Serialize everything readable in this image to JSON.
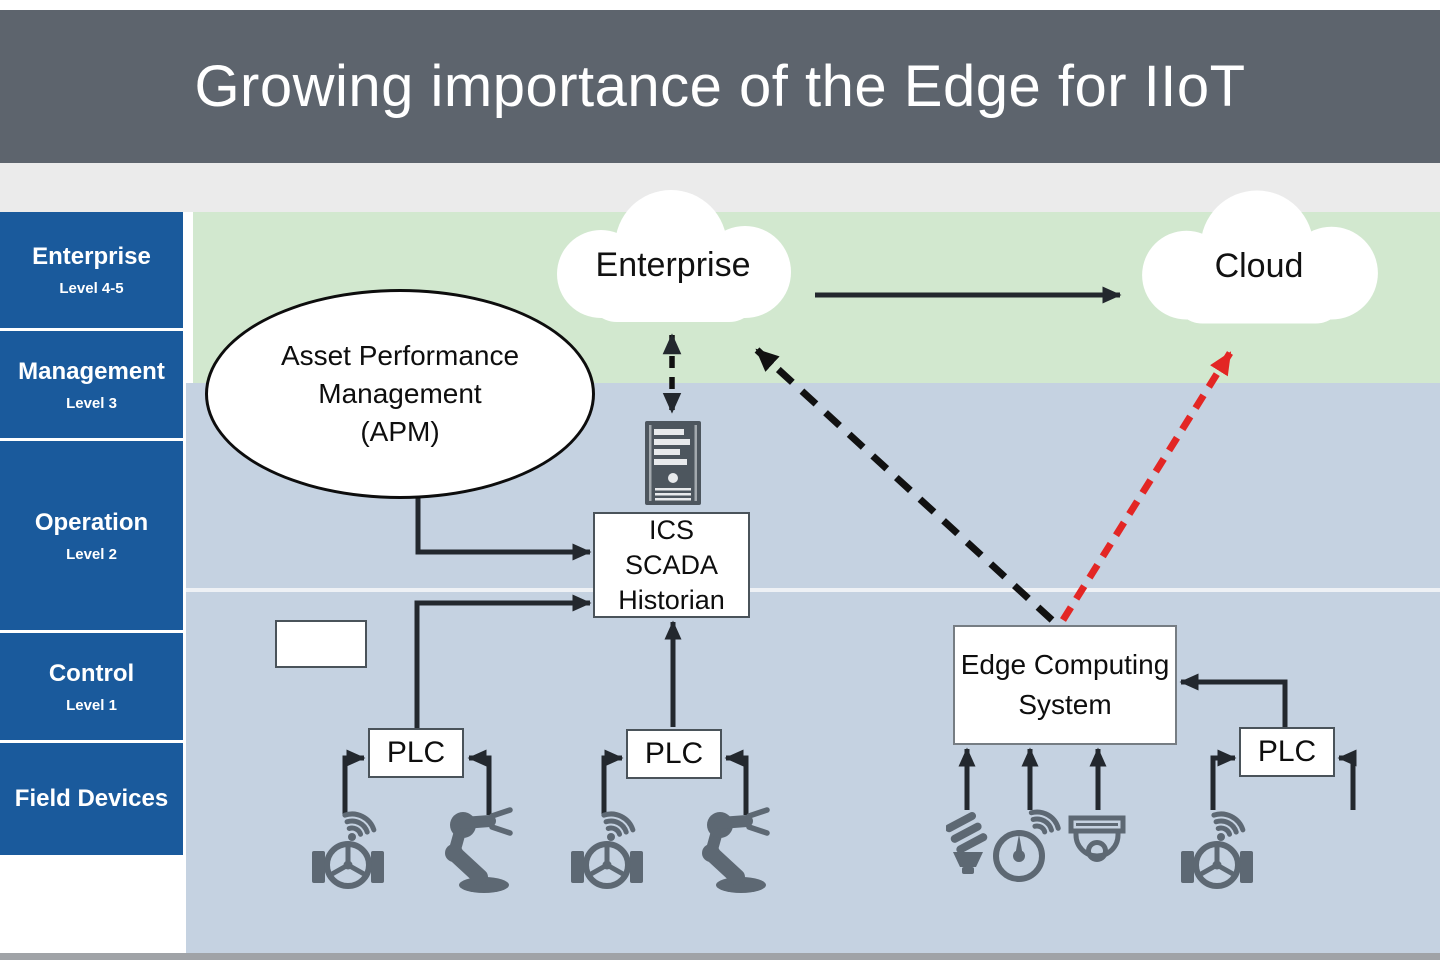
{
  "title": "Growing importance of the Edge for IIoT",
  "sidebar": {
    "levels": [
      {
        "label": "Enterprise",
        "sublabel": "Level 4-5"
      },
      {
        "label": "Management",
        "sublabel": "Level 3"
      },
      {
        "label": "Operation",
        "sublabel": "Level 2"
      },
      {
        "label": "Control",
        "sublabel": "Level 1"
      },
      {
        "label": "Field Devices",
        "sublabel": ""
      }
    ]
  },
  "nodes": {
    "enterprise_cloud": {
      "label": "Enterprise"
    },
    "cloud": {
      "label": "Cloud"
    },
    "apm": {
      "text": "Asset Performance\nManagement\n(APM)"
    },
    "ics": {
      "text": "ICS\nSCADA\nHistorian"
    },
    "edge": {
      "text": "Edge Computing\nSystem"
    },
    "plc": {
      "label": "PLC"
    }
  },
  "icons": {
    "server": "server-tower-icon",
    "smart_pump": "pump-with-wifi-icon",
    "robot": "robot-arm-icon",
    "bulb": "cfl-bulb-icon",
    "gauge": "smart-gauge-icon",
    "camera": "dome-camera-icon",
    "cloud": "cloud-shape"
  },
  "colors": {
    "header-bg": "#5d646d",
    "strip-bg": "#ebebeb",
    "sidebar-bg": "#1a5a9c",
    "green-band": "#d2e8cf",
    "blue-band": "#c5d2e1",
    "divider": "#eef1f5",
    "arrow": "#23282e",
    "dashed-arrow": "#111111",
    "red-arrow": "#e32624",
    "icon": "#5d6873",
    "server": "#4d565e",
    "bottom-strip": "#a0a3a7"
  }
}
